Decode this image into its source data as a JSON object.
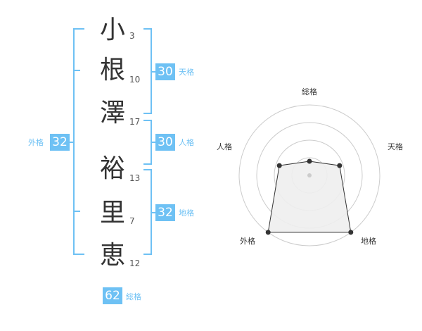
{
  "name": {
    "chars": [
      {
        "char": "小",
        "strokes": "3"
      },
      {
        "char": "根",
        "strokes": "10"
      },
      {
        "char": "澤",
        "strokes": "17"
      },
      {
        "char": "裕",
        "strokes": "13"
      },
      {
        "char": "里",
        "strokes": "7"
      },
      {
        "char": "恵",
        "strokes": "12"
      }
    ]
  },
  "scores": {
    "tenkaku": {
      "value": "30",
      "label": "天格"
    },
    "jinkaku": {
      "value": "30",
      "label": "人格"
    },
    "chikaku": {
      "value": "32",
      "label": "地格"
    },
    "gaikaku": {
      "value": "32",
      "label": "外格"
    },
    "soukaku": {
      "value": "62",
      "label": "総格"
    }
  },
  "colors": {
    "accent": "#6ec1f4",
    "text": "#333333",
    "grid": "#cccccc",
    "radar_fill": "#eeeeee"
  },
  "chart_data": {
    "type": "radar",
    "axes": [
      "総格",
      "天格",
      "地格",
      "外格",
      "人格"
    ],
    "values": [
      0.2,
      0.45,
      1.0,
      1.0,
      0.45
    ],
    "rings": 4,
    "grid": true
  }
}
